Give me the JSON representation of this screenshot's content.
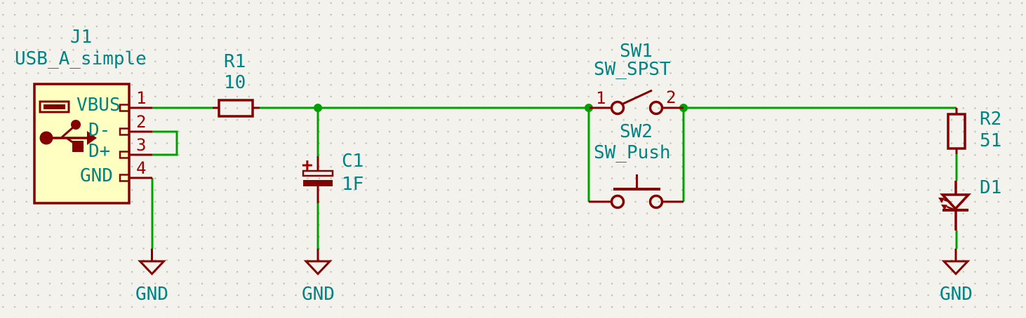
{
  "schematic": {
    "components": {
      "j1": {
        "ref": "J1",
        "value": "USB_A_simple",
        "pins": [
          {
            "num": "1",
            "name": "VBUS"
          },
          {
            "num": "2",
            "name": "D-"
          },
          {
            "num": "3",
            "name": "D+"
          },
          {
            "num": "4",
            "name": "GND"
          }
        ]
      },
      "r1": {
        "ref": "R1",
        "value": "10"
      },
      "c1": {
        "ref": "C1",
        "value": "1F",
        "polarity": "+"
      },
      "sw1": {
        "ref": "SW1",
        "value": "SW_SPST",
        "pins": [
          "1",
          "2"
        ]
      },
      "sw2": {
        "ref": "SW2",
        "value": "SW_Push"
      },
      "r2": {
        "ref": "R2",
        "value": "51"
      },
      "d1": {
        "ref": "D1"
      }
    },
    "power_labels": [
      "GND",
      "GND",
      "GND"
    ],
    "icons": {
      "j1_body": "usb-logo-icon",
      "d1_symbol": "led-diode-icon",
      "ground": "ground-triangle-icon"
    },
    "colors": {
      "wire": "#00A000",
      "junction": "#00A000",
      "symbol_outline": "#840000",
      "symbol_fill": "#FFFFC2",
      "pin_number": "#A00000",
      "label_text": "#008484",
      "background": "#F4F2ED",
      "grid_dot": "#C0BFBA"
    }
  }
}
